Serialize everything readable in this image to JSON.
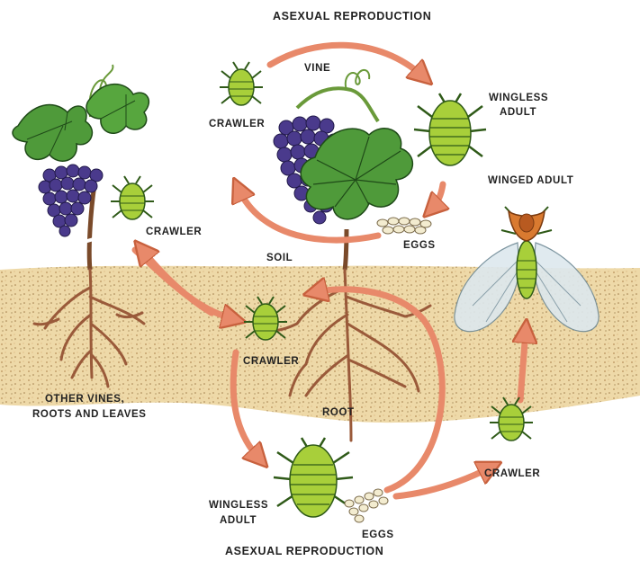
{
  "labels": {
    "asexual_top": "ASEXUAL REPRODUCTION",
    "asexual_bottom": "ASEXUAL REPRODUCTION",
    "vine": "VINE",
    "crawler_top": "CRAWLER",
    "wingless_adult_top_1": "WINGLESS",
    "wingless_adult_top_2": "ADULT",
    "winged_adult": "WINGED ADULT",
    "eggs_top": "EGGS",
    "crawler_left": "CRAWLER",
    "soil": "SOIL",
    "crawler_soil": "CRAWLER",
    "root": "ROOT",
    "other_vines_1": "OTHER VINES,",
    "other_vines_2": "ROOTS AND LEAVES",
    "wingless_adult_bottom_1": "WINGLESS",
    "wingless_adult_bottom_2": "ADULT",
    "eggs_bottom": "EGGS",
    "crawler_right": "CRAWLER"
  },
  "colors": {
    "arrow": "#e8896a",
    "arrow_stroke": "#c8613e",
    "soil": "#eed9a8",
    "soil_dots": "#b8905a",
    "root": "#9a5a3a",
    "insect_body": "#a8cf3a",
    "insect_dark": "#2f5a18",
    "grape": "#4a3a8c",
    "leaf": "#4f9a3a",
    "leaf_vein": "#1f4a18",
    "wing": "#dde8ee",
    "winged_head": "#d97a30"
  }
}
